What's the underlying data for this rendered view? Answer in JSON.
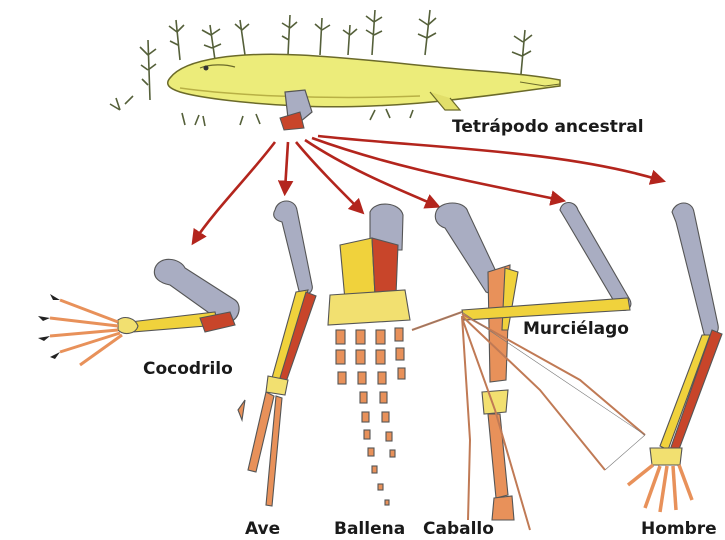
{
  "labels": {
    "ancestor": "Tetrápodo ancestral",
    "crocodile": "Cocodrilo",
    "bird": "Ave",
    "whale": "Ballena",
    "horse": "Caballo",
    "bat": "Murciélago",
    "human": "Hombre"
  },
  "colors": {
    "humerus": "#a9adc2",
    "radius": "#f0d23c",
    "ulna": "#c8452a",
    "carpals": "#f2e070",
    "digits": "#e8915a",
    "arrow": "#b3251d",
    "ancestor_body": "#ecec7a",
    "plants": "#55603a"
  }
}
